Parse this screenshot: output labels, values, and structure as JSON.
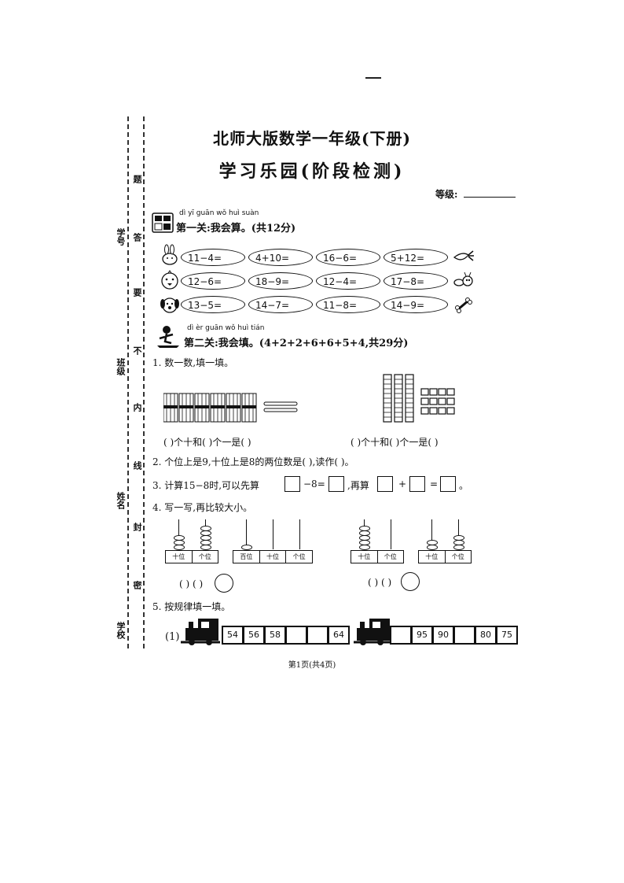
{
  "sidebar": {
    "labels": [
      "学号",
      "班级",
      "姓名",
      "学校"
    ],
    "seal_text": [
      "题",
      "答",
      "要",
      "不",
      "内",
      "线",
      "封",
      "密"
    ]
  },
  "header": {
    "title": "北师大版数学一年级(下册)",
    "subtitle": "学习乐园(阶段检测)",
    "grade_label": "等级:"
  },
  "section1": {
    "pinyin": "dì  yī  guān    wǒ huì suàn",
    "title": "第一关:我会算。(共12分)",
    "problems": [
      [
        "11−4=",
        "4+10=",
        "16−6=",
        "5+12="
      ],
      [
        "12−6=",
        "18−9=",
        "12−4=",
        "17−8="
      ],
      [
        "13−5=",
        "14−7=",
        "11−8=",
        "14−9="
      ]
    ]
  },
  "section2": {
    "pinyin": "dì  èr  guān    wǒ huì tián",
    "title": "第二关:我会填。(4+2+2+6+6+5+4,共29分)",
    "q1_title": "1. 数一数,填一填。",
    "q1_left_fill": "(    )个十和(   )个一是(    )",
    "q1_right_fill": "(    )个十和(    )个一是(    )",
    "q2": "2. 个位上是9,十位上是8的两位数是(     ),读作(            )。",
    "q3_prefix": "3. 计算15−8时,可以先算",
    "q3_minus8": "−8=",
    "q3_then": ",再算",
    "q3_plus": "+",
    "q3_eq": "=",
    "q3_end": "。",
    "q4_title": "4. 写一写,再比较大小。",
    "abacus_places_2": [
      "十位",
      "个位"
    ],
    "abacus_places_3": [
      "百位",
      "十位",
      "个位"
    ],
    "cmp_left": "(       )    (       )",
    "cmp_right": "(       )    (       )",
    "q5_title": "5. 按规律填一填。",
    "q5_label": "(1)",
    "train1": [
      "54",
      "56",
      "58",
      "",
      "",
      "64"
    ],
    "train2": [
      "",
      "95",
      "90",
      "",
      "80",
      "75"
    ]
  },
  "footer": "第1页(共4页)"
}
